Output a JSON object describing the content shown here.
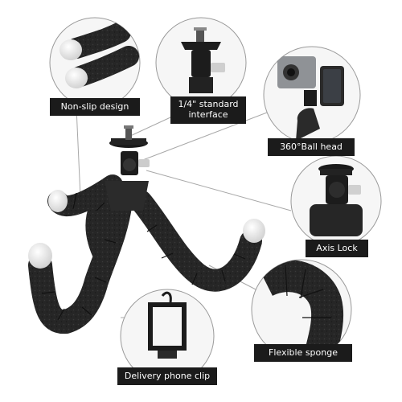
{
  "callouts": [
    {
      "label": "Non-slip design"
    },
    {
      "label": "1/4\" standard interface"
    },
    {
      "label": "360°Ball head"
    },
    {
      "label": "Axis Lock"
    },
    {
      "label": "Flexible sponge"
    },
    {
      "label": "Delivery phone clip"
    }
  ],
  "colors": {
    "label_bg": "#1b1b1b",
    "label_text": "#ffffff",
    "foam": "#262626",
    "tip": "#f2f2f2",
    "circle_border": "#9a9a9a",
    "leader_line": "#a8a8a8"
  }
}
